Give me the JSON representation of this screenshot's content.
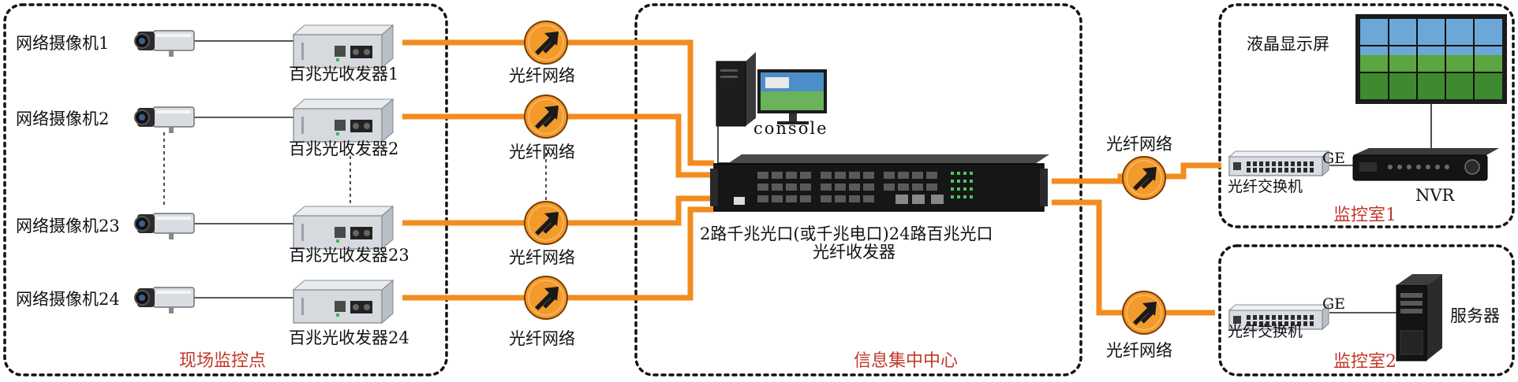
{
  "zones": {
    "field": "现场监控点",
    "center": "信息集中中心",
    "room1": "监控室1",
    "room2": "监控室2"
  },
  "cameras": [
    {
      "label": "网络摄像机1"
    },
    {
      "label": "网络摄像机2"
    },
    {
      "label": "网络摄像机23"
    },
    {
      "label": "网络摄像机24"
    }
  ],
  "transceivers": [
    {
      "label": "百兆光收发器1"
    },
    {
      "label": "百兆光收发器2"
    },
    {
      "label": "百兆光收发器23"
    },
    {
      "label": "百兆光收发器24"
    }
  ],
  "fiber_network_label": "光纤网络",
  "console_label": "console",
  "main_device": {
    "line1": "2路千兆光口(或千兆电口)24路百兆光口",
    "line2": "光纤收发器"
  },
  "room1": {
    "lcd_label": "液晶显示屏",
    "switch_label": "光纤交换机",
    "link_label": "GE",
    "nvr_label": "NVR"
  },
  "room2": {
    "switch_label": "光纤交换机",
    "link_label": "GE",
    "server_label": "服务器"
  },
  "colors": {
    "fiber": "#f28c1e",
    "zone_title": "#c0392b"
  }
}
